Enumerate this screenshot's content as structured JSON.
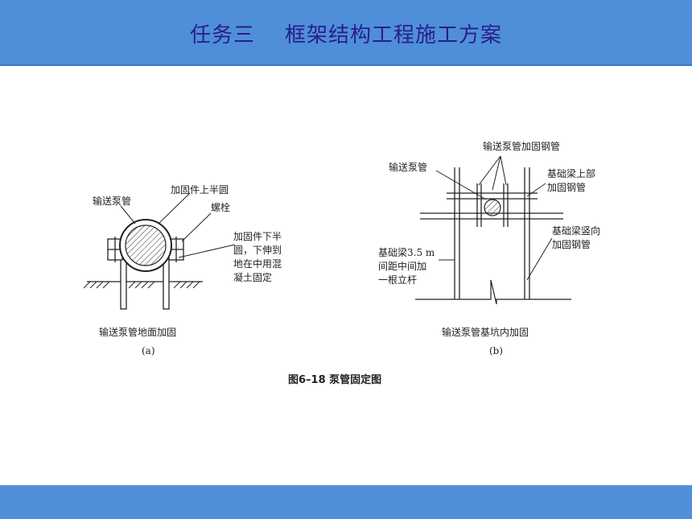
{
  "title": "任务三    框架结构工程施工方案",
  "figure": {
    "caption": "图6–18    泵管固定图",
    "a": {
      "label_pipe": "输送泵管",
      "label_upper": "加固件上半圆",
      "label_bolt": "螺栓",
      "label_lower": [
        "加固件下半",
        "圆，下伸到",
        "地在中用混",
        "凝土固定"
      ],
      "caption": "输送泵管地面加固",
      "sub": "(a)"
    },
    "b": {
      "label_pipe": "输送泵管",
      "label_reinforce": "输送泵管加固钢管",
      "label_upper": [
        "基础梁上部",
        "加固钢管"
      ],
      "label_vertical": [
        "基础梁竖向",
        "加固钢管"
      ],
      "label_spacing": [
        "基础梁3.5 m",
        "间距中间加",
        "一根立杆"
      ],
      "caption": "输送泵管基坑内加固",
      "sub": "(b)"
    }
  }
}
